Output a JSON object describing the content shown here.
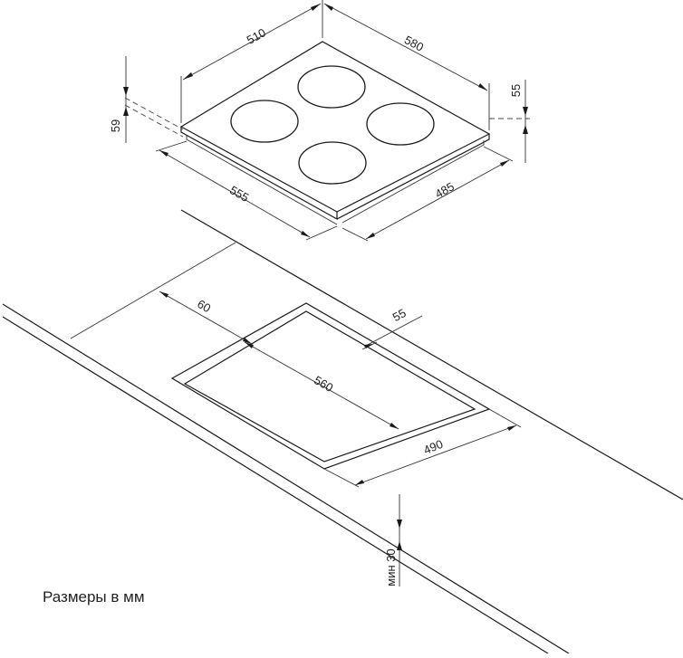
{
  "dimensions": {
    "hob_width_top": "510",
    "hob_depth_top": "580",
    "hob_height_right": "55",
    "hob_height_left": "59",
    "hob_width_bottom": "555",
    "hob_depth_bottom": "485",
    "cutout_offset": "60",
    "cutout_gap": "55",
    "cutout_width": "560",
    "cutout_depth": "490",
    "countertop_min": "мин 30"
  },
  "caption": "Размеры в мм",
  "colors": {
    "line": "#1a1a1a",
    "background": "#ffffff"
  }
}
